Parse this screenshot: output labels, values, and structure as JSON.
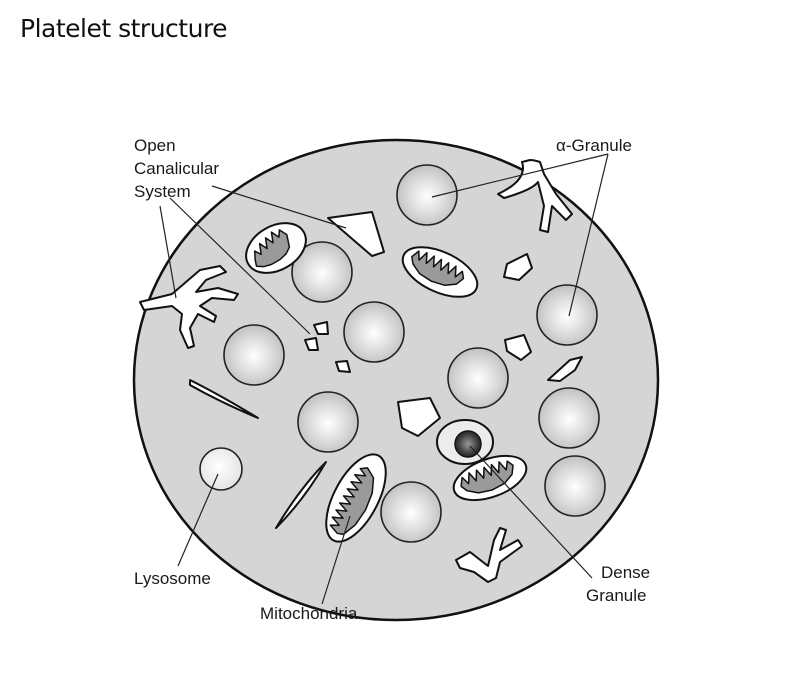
{
  "title": "Platelet structure",
  "labels": {
    "ocs_line1": "Open",
    "ocs_line2": "Canalicular",
    "ocs_line3": "System",
    "alpha_granule": "α-Granule",
    "lysosome": "Lysosome",
    "mitochondria": "Mitochondria",
    "dense_line1": "Dense",
    "dense_line2": "Granule"
  },
  "colors": {
    "cytoplasm": "#d5d5d5",
    "granule_light": "#ffffff",
    "granule_mid": "#c9c9c9",
    "dense_core": "#333333"
  }
}
